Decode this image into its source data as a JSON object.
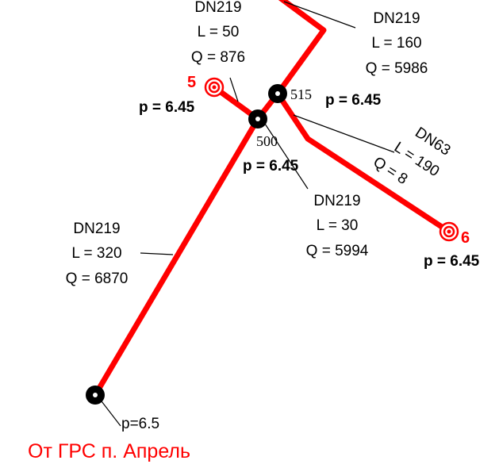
{
  "colors": {
    "pipe": "#ff0000",
    "node": "#000000",
    "text": "#000000",
    "accent": "#ff0000"
  },
  "segments": {
    "top_left": {
      "dn": "DN219",
      "l": "L = 50",
      "q": "Q = 876"
    },
    "top_right": {
      "dn": "DN219",
      "l": "L = 160",
      "q": "Q = 5986"
    },
    "middle": {
      "dn": "DN219",
      "l": "L = 30",
      "q": "Q = 5994"
    },
    "dn63": {
      "dn": "DN63",
      "l": "L = 190",
      "q": "Q = 8"
    },
    "main": {
      "dn": "DN219",
      "l": "L = 320",
      "q": "Q = 6870"
    }
  },
  "nodes": {
    "n5": {
      "number": "5",
      "pressure": "p = 6.45"
    },
    "n515": {
      "number": "515",
      "pressure": "p = 6.45"
    },
    "n500": {
      "number": "500",
      "pressure": "p = 6.45"
    },
    "n6": {
      "number": "6",
      "pressure": "p = 6.45"
    },
    "source": {
      "pressure": "p=6.5",
      "label": "От ГРС п. Апрель"
    }
  }
}
